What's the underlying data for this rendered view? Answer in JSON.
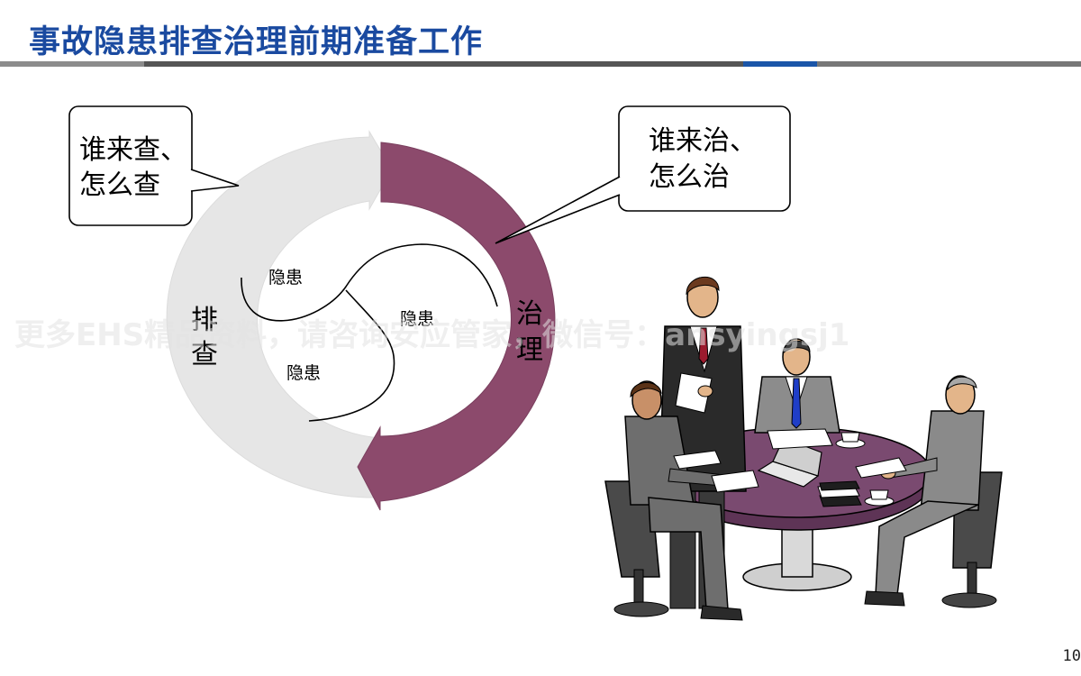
{
  "slide": {
    "title": "事故隐患排查治理前期准备工作",
    "page_number": "10",
    "watermark": "更多EHS精品资料，请咨询安应管家，微信号：ansyingsj1"
  },
  "cycle": {
    "left_label_line1": "排",
    "left_label_line2": "查",
    "right_label_line1": "治",
    "right_label_line2": "理",
    "hazard_1": "隐患",
    "hazard_2": "隐患",
    "hazard_3": "隐患"
  },
  "callouts": {
    "left_line1": "谁来查、",
    "left_line2": "怎么查",
    "right_line1": "谁来治、",
    "right_line2": "怎么治"
  },
  "colors": {
    "title": "#1a4aa0",
    "inspect_arrow": "#e6e6e6",
    "govern_arrow": "#8c4a6c",
    "rule_grey": "#8c8c8c",
    "rule_dark": "#555555",
    "rule_blue": "#1a55a8",
    "table_top": "#7a4a70"
  },
  "illustration": {
    "scene": "business-meeting"
  }
}
